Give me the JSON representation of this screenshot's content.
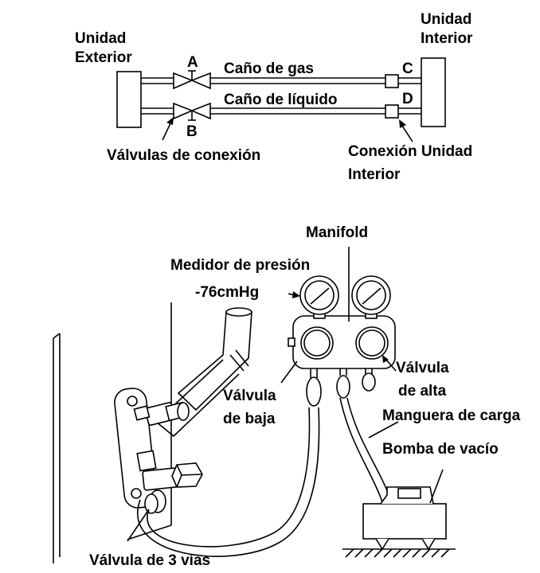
{
  "top_diagram": {
    "outdoor_unit_label_line1": "Unidad",
    "outdoor_unit_label_line2": "Exterior",
    "indoor_unit_label_line1": "Unidad",
    "indoor_unit_label_line2": "Interior",
    "valve_a": "A",
    "valve_b": "B",
    "joint_c": "C",
    "joint_d": "D",
    "gas_pipe": "Caño de gas",
    "liquid_pipe": "Caño de líquido",
    "connection_valves": "Válvulas de conexión",
    "indoor_connection_line1": "Conexión Unidad",
    "indoor_connection_line2": "Interior"
  },
  "bottom_diagram": {
    "manifold": "Manifold",
    "pressure_gauge": "Medidor de presión",
    "pressure_reading": "-76cmHg",
    "high_valve_line1": "Válvula",
    "high_valve_line2": "de alta",
    "low_valve_line1": "Válvula",
    "low_valve_line2": "de baja",
    "charge_hose": "Manguera de carga",
    "vacuum_pump": "Bomba de vacío",
    "three_way_valve": "Válvula de 3 vías"
  }
}
